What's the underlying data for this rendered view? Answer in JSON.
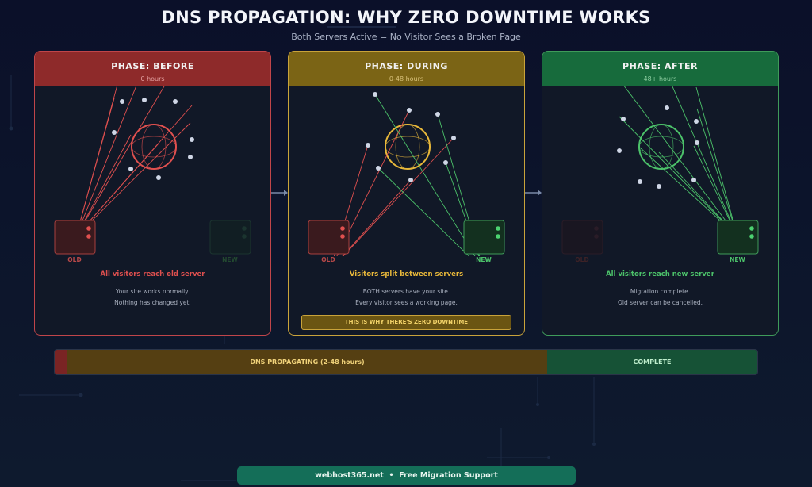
{
  "header": {
    "title": "DNS PROPAGATION: WHY ZERO DOWNTIME WORKS",
    "subtitle": "Both Servers Active = No Visitor Sees a Broken Page"
  },
  "colors": {
    "red": "#e0504f",
    "red_header": "#8e2a2a",
    "yellow": "#e8b83a",
    "yellow_header": "#7b6415",
    "green": "#4cc26a",
    "green_header": "#176b3c",
    "visitor_dot": "#cfd6e6"
  },
  "phases": [
    {
      "title": "PHASE: BEFORE",
      "hours": "0 hours",
      "old_label": "OLD",
      "new_label": "NEW",
      "message": "All visitors reach old server",
      "desc_line1": "Your site works normally.",
      "desc_line2": "Nothing has changed yet.",
      "visitors_to_old": 8,
      "visitors_to_new": 0
    },
    {
      "title": "PHASE: DURING",
      "hours": "0-48 hours",
      "old_label": "OLD",
      "new_label": "NEW",
      "message": "Visitors split between servers",
      "desc_line1": "BOTH servers have your site.",
      "desc_line2": "Every visitor sees a working page.",
      "callout": "THIS IS WHY THERE'S ZERO DOWNTIME",
      "visitors_to_old": 4,
      "visitors_to_new": 4
    },
    {
      "title": "PHASE: AFTER",
      "hours": "48+ hours",
      "old_label": "OLD",
      "new_label": "NEW",
      "message": "All visitors reach new server",
      "desc_line1": "Migration complete.",
      "desc_line2": "Old server can be cancelled.",
      "visitors_to_old": 0,
      "visitors_to_new": 8
    }
  ],
  "timeline": {
    "segments": [
      {
        "label": "",
        "phase": "before"
      },
      {
        "label": "DNS PROPAGATING (2-48 hours)",
        "phase": "during"
      },
      {
        "label": "COMPLETE",
        "phase": "after"
      }
    ]
  },
  "footer": {
    "text": "webhost365.net  •  Free Migration Support"
  }
}
